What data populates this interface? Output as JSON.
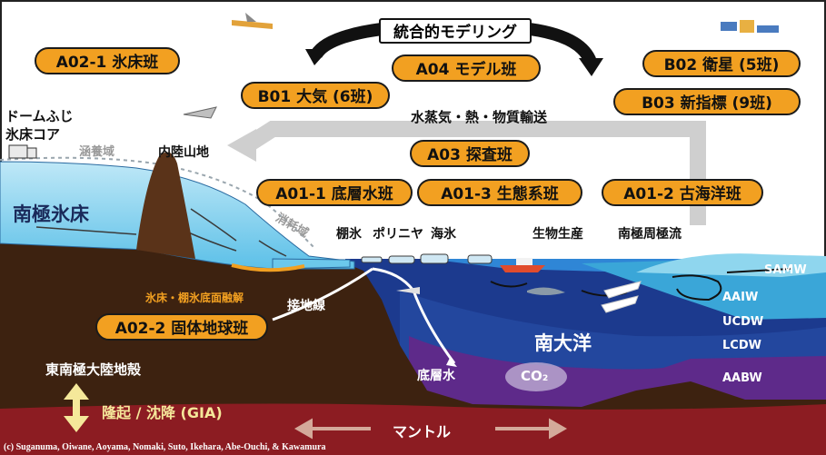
{
  "title": "統合的モデリング",
  "teams": {
    "a02_1": "A02-1 氷床班",
    "a04": "A04 モデル班",
    "b02": "B02 衛星 (5班)",
    "b01": "B01 大気 (6班)",
    "b03": "B03 新指標 (9班)",
    "a03": "A03 探査班",
    "a01_1": "A01-1 底層水班",
    "a01_3": "A01-3 生態系班",
    "a01_2": "A01-2 古海洋班",
    "a02_2": "A02-2 固体地球班"
  },
  "labels": {
    "transport": "水蒸気・熱・物質輸送",
    "dome_fuji": "ドームふじ\n氷床コア",
    "accumulation": "涵養域",
    "inland_mountains": "内陸山地",
    "ice_sheet": "南極氷床",
    "ablation": "消耗域",
    "ice_shelf": "棚氷",
    "polynya": "ポリニヤ",
    "sea_ice": "海氷",
    "bio_production": "生物生産",
    "acc": "南極周極流",
    "basal_melt": "氷床・棚氷底面融解",
    "grounding_line": "接地線",
    "southern_ocean": "南大洋",
    "samw": "SAMW",
    "aaiw": "AAIW",
    "ucdw": "UCDW",
    "lcdw": "LCDW",
    "aabw": "AABW",
    "bottom_water": "底層水",
    "co2": "CO₂",
    "crust": "東南極大陸地殻",
    "gia": "隆起 / 沈降 (GIA)",
    "mantle": "マントル"
  },
  "credit": "(c) Suganuma, Oiwane, Aoyama, Nomaki, Suto, Ikehara, Abe-Ouchi, & Kawamura",
  "colors": {
    "pill": "#f2a021",
    "crust": "#3d2210",
    "mantle": "#8c1c22",
    "ice": "#5fc4ea",
    "ocean_deep": "#1d3c8f",
    "ocean_purple": "#5e2a8a",
    "ocean_light": "#39a7d6"
  }
}
